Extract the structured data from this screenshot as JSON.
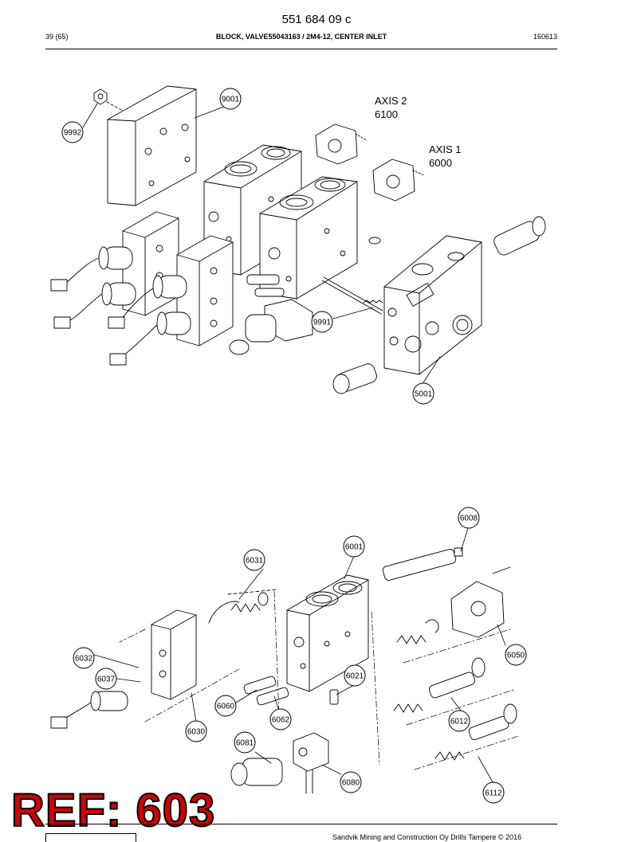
{
  "header": {
    "doc_number": "551 684 09 c",
    "page": "39 (65)",
    "title": "BLOCK, VALVE55043163 / 2M4-12, CENTER INLET",
    "date": "160613"
  },
  "axes": [
    {
      "line1": "AXIS 2",
      "line2": "6100"
    },
    {
      "line1": "AXIS 1",
      "line2": "6000"
    }
  ],
  "callouts": [
    "9001",
    "9992",
    "9991",
    "5001",
    "6008",
    "6001",
    "6031",
    "6050",
    "6032",
    "6021",
    "6037",
    "6060",
    "6062",
    "6012",
    "6030",
    "6081",
    "6080",
    "6112"
  ],
  "ref_label": "REF: 603",
  "footer": {
    "copyright": "Sandvik Mining and Construction Oy Drills Tampere © 2016"
  }
}
